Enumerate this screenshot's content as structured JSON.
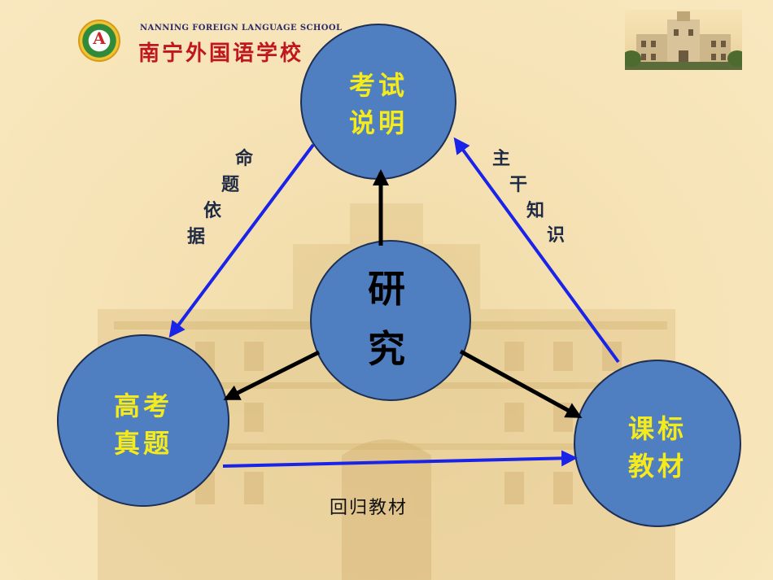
{
  "header": {
    "school_name_en": "NANNING FOREIGN LANGUAGE SCHOOL",
    "school_name_cn": "南宁外国语学校",
    "logo_icon": "school-logo-icon",
    "photo_icon": "building-photo-icon"
  },
  "diagram": {
    "center": {
      "line1": "研",
      "line2": "究"
    },
    "top": {
      "line1": "考试",
      "line2": "说明"
    },
    "left": {
      "line1": "高考",
      "line2": "真题"
    },
    "right": {
      "line1": "课标",
      "line2": "教材"
    },
    "edges": {
      "top_to_left": [
        "命",
        "题",
        "依",
        "据"
      ],
      "right_to_top": [
        "主",
        "干",
        "知",
        "识"
      ],
      "left_to_right": "回归教材"
    }
  },
  "colors": {
    "circle_fill": "#4f7fc0",
    "blue_arrow": "#1a24e8",
    "black_arrow": "#000000",
    "node_text": "#f5ea1c"
  }
}
